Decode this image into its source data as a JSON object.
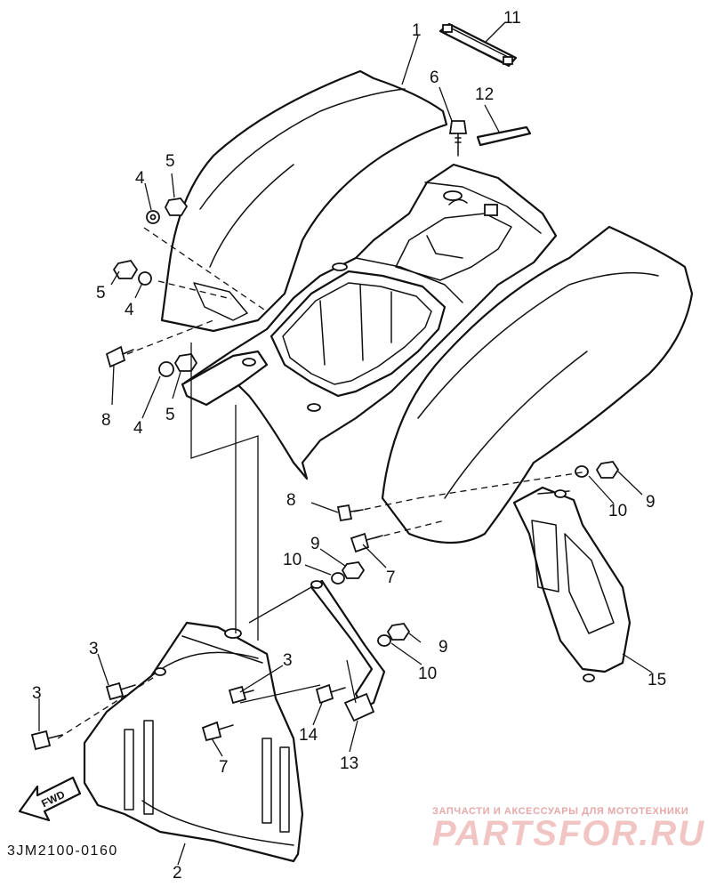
{
  "diagram": {
    "parts_code": "3JM2100-0160",
    "fwd_label": "FWD",
    "callouts": [
      {
        "id": "c1",
        "text": "1"
      },
      {
        "id": "c2",
        "text": "2"
      },
      {
        "id": "c3a",
        "text": "3"
      },
      {
        "id": "c3b",
        "text": "3"
      },
      {
        "id": "c3c",
        "text": "3"
      },
      {
        "id": "c4a",
        "text": "4"
      },
      {
        "id": "c4b",
        "text": "4"
      },
      {
        "id": "c4c",
        "text": "4"
      },
      {
        "id": "c5a",
        "text": "5"
      },
      {
        "id": "c5b",
        "text": "5"
      },
      {
        "id": "c5c",
        "text": "5"
      },
      {
        "id": "c6",
        "text": "6"
      },
      {
        "id": "c7a",
        "text": "7"
      },
      {
        "id": "c7b",
        "text": "7"
      },
      {
        "id": "c8a",
        "text": "8"
      },
      {
        "id": "c8b",
        "text": "8"
      },
      {
        "id": "c9a",
        "text": "9"
      },
      {
        "id": "c9b",
        "text": "9"
      },
      {
        "id": "c9c",
        "text": "9"
      },
      {
        "id": "c10a",
        "text": "10"
      },
      {
        "id": "c10b",
        "text": "10"
      },
      {
        "id": "c10c",
        "text": "10"
      },
      {
        "id": "c11",
        "text": "11"
      },
      {
        "id": "c12",
        "text": "12"
      },
      {
        "id": "c13",
        "text": "13"
      },
      {
        "id": "c14",
        "text": "14"
      },
      {
        "id": "c15",
        "text": "15"
      }
    ]
  },
  "watermark": {
    "tagline": "ЗАПЧАСТИ И АКСЕССУАРЫ ДЛЯ МОТОТЕХНИКИ",
    "brand": "PARTSFOR.RU"
  },
  "colors": {
    "line": "#111111",
    "background": "#ffffff",
    "watermark_light": "#f2c5c5",
    "watermark_text": "#e6a8a8"
  }
}
